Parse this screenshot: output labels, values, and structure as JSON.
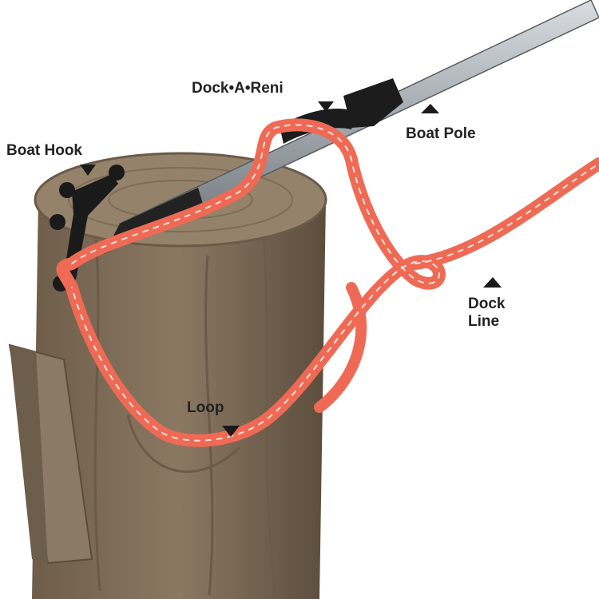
{
  "labels": {
    "dock_a_reni": "Dock•A•Reni",
    "boat_hook": "Boat Hook",
    "boat_pole": "Boat Pole",
    "dock_line_1": "Dock",
    "dock_line_2": "Line",
    "loop": "Loop"
  },
  "colors": {
    "background": "#ffffff",
    "post": "#7c6a55",
    "post_dark": "#5f5040",
    "post_top": "#93816b",
    "rope": "#f06a55",
    "rope_highlight": "#fde2dc",
    "pole": "#9aa0a6",
    "pole_highlight": "#e4e7ea",
    "hook": "#1f1f1f",
    "text": "#222222"
  },
  "icons": {
    "pointer": "triangle-pointer-icon"
  }
}
